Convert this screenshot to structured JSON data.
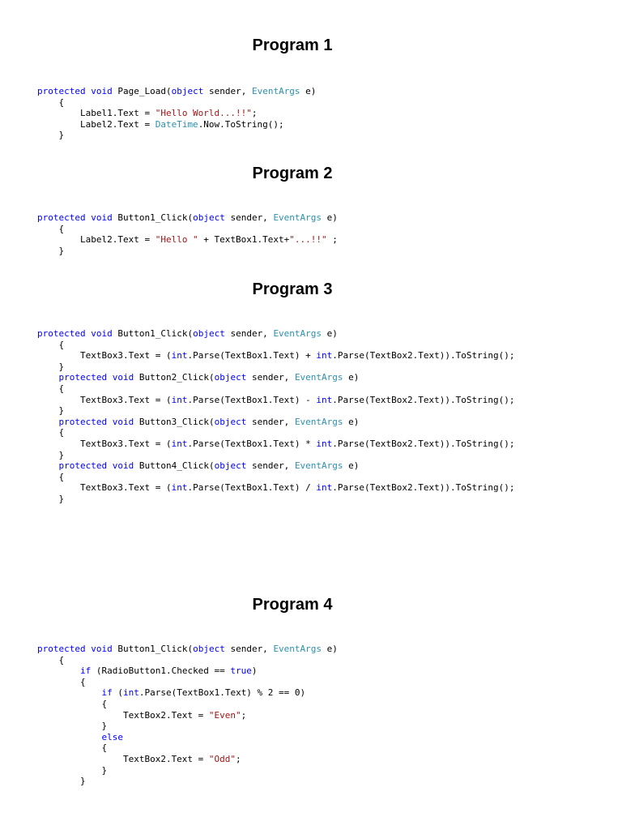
{
  "colors": {
    "keyword": "#0000ff",
    "type": "#2b91af",
    "string": "#a31515",
    "text": "#000000"
  },
  "programs": [
    {
      "title": "Program 1",
      "lines": [
        [
          [
            "kw",
            "protected"
          ],
          [
            "",
            "void"
          ],
          [
            "",
            "Page_Load("
          ],
          [
            "kw",
            "object"
          ],
          [
            "",
            " sender, "
          ],
          [
            "ty",
            "EventArgs"
          ],
          [
            "",
            " e)"
          ]
        ],
        [
          [
            "",
            "    {"
          ]
        ],
        [
          [
            "",
            "        Label1.Text = "
          ],
          [
            "st",
            "\"Hello World...!!\""
          ],
          [
            "",
            ";"
          ]
        ],
        [
          [
            "",
            "        Label2.Text = "
          ],
          [
            "ty",
            "DateTime"
          ],
          [
            "",
            ".Now.ToString();"
          ]
        ],
        [
          [
            "",
            "    }"
          ]
        ]
      ]
    },
    {
      "title": "Program 2",
      "lines": [
        [
          [
            "kw",
            "protected"
          ],
          [
            "",
            " "
          ],
          [
            "kw",
            "void"
          ],
          [
            "",
            " Button1_Click("
          ],
          [
            "kw",
            "object"
          ],
          [
            "",
            " sender, "
          ],
          [
            "ty",
            "EventArgs"
          ],
          [
            "",
            " e)"
          ]
        ],
        [
          [
            "",
            "    {"
          ]
        ],
        [
          [
            "",
            "        Label2.Text = "
          ],
          [
            "st",
            "\"Hello \""
          ],
          [
            "",
            " + TextBox1.Text+"
          ],
          [
            "st",
            "\"...!!\""
          ],
          [
            "",
            " ;"
          ]
        ],
        [
          [
            "",
            "    }"
          ]
        ]
      ]
    },
    {
      "title": "Program 3",
      "lines": [
        [
          [
            "kw",
            "protected"
          ],
          [
            "",
            " "
          ],
          [
            "kw",
            "void"
          ],
          [
            "",
            " Button1_Click("
          ],
          [
            "kw",
            "object"
          ],
          [
            "",
            " sender, "
          ],
          [
            "ty",
            "EventArgs"
          ],
          [
            "",
            " e)"
          ]
        ],
        [
          [
            "",
            "    {"
          ]
        ],
        [
          [
            "",
            "        TextBox3.Text = ("
          ],
          [
            "kw",
            "int"
          ],
          [
            "",
            ".Parse(TextBox1.Text) + "
          ],
          [
            "kw",
            "int"
          ],
          [
            "",
            ".Parse(TextBox2.Text)).ToString();"
          ]
        ],
        [
          [
            "",
            "    }"
          ]
        ],
        [
          [
            "",
            "    "
          ],
          [
            "kw",
            "protected"
          ],
          [
            "",
            " "
          ],
          [
            "kw",
            "void"
          ],
          [
            "",
            " Button2_Click("
          ],
          [
            "kw",
            "object"
          ],
          [
            "",
            " sender, "
          ],
          [
            "ty",
            "EventArgs"
          ],
          [
            "",
            " e)"
          ]
        ],
        [
          [
            "",
            "    {"
          ]
        ],
        [
          [
            "",
            "        TextBox3.Text = ("
          ],
          [
            "kw",
            "int"
          ],
          [
            "",
            ".Parse(TextBox1.Text) - "
          ],
          [
            "kw",
            "int"
          ],
          [
            "",
            ".Parse(TextBox2.Text)).ToString();"
          ]
        ],
        [
          [
            "",
            "    }"
          ]
        ],
        [
          [
            "",
            "    "
          ],
          [
            "kw",
            "protected"
          ],
          [
            "",
            " "
          ],
          [
            "kw",
            "void"
          ],
          [
            "",
            " Button3_Click("
          ],
          [
            "kw",
            "object"
          ],
          [
            "",
            " sender, "
          ],
          [
            "ty",
            "EventArgs"
          ],
          [
            "",
            " e)"
          ]
        ],
        [
          [
            "",
            "    {"
          ]
        ],
        [
          [
            "",
            "        TextBox3.Text = ("
          ],
          [
            "kw",
            "int"
          ],
          [
            "",
            ".Parse(TextBox1.Text) * "
          ],
          [
            "kw",
            "int"
          ],
          [
            "",
            ".Parse(TextBox2.Text)).ToString();"
          ]
        ],
        [
          [
            "",
            "    }"
          ]
        ],
        [
          [
            "",
            "    "
          ],
          [
            "kw",
            "protected"
          ],
          [
            "",
            " "
          ],
          [
            "kw",
            "void"
          ],
          [
            "",
            " Button4_Click("
          ],
          [
            "kw",
            "object"
          ],
          [
            "",
            " sender, "
          ],
          [
            "ty",
            "EventArgs"
          ],
          [
            "",
            " e)"
          ]
        ],
        [
          [
            "",
            "    {"
          ]
        ],
        [
          [
            "",
            "        TextBox3.Text = ("
          ],
          [
            "kw",
            "int"
          ],
          [
            "",
            ".Parse(TextBox1.Text) / "
          ],
          [
            "kw",
            "int"
          ],
          [
            "",
            ".Parse(TextBox2.Text)).ToString();"
          ]
        ],
        [
          [
            "",
            "    }"
          ]
        ]
      ]
    },
    {
      "title": "Program 4",
      "lines": [
        [
          [
            "kw",
            "protected"
          ],
          [
            "",
            " "
          ],
          [
            "kw",
            "void"
          ],
          [
            "",
            " Button1_Click("
          ],
          [
            "kw",
            "object"
          ],
          [
            "",
            " sender, "
          ],
          [
            "ty",
            "EventArgs"
          ],
          [
            "",
            " e)"
          ]
        ],
        [
          [
            "",
            "    {"
          ]
        ],
        [
          [
            "",
            "        "
          ],
          [
            "kw",
            "if"
          ],
          [
            "",
            " (RadioButton1.Checked == "
          ],
          [
            "kw",
            "true"
          ],
          [
            "",
            ")"
          ]
        ],
        [
          [
            "",
            "        {"
          ]
        ],
        [
          [
            "",
            "            "
          ],
          [
            "kw",
            "if"
          ],
          [
            "",
            " ("
          ],
          [
            "kw",
            "int"
          ],
          [
            "",
            ".Parse(TextBox1.Text) % 2 == 0)"
          ]
        ],
        [
          [
            "",
            "            {"
          ]
        ],
        [
          [
            "",
            "                TextBox2.Text = "
          ],
          [
            "st",
            "\"Even\""
          ],
          [
            "",
            ";"
          ]
        ],
        [
          [
            "",
            "            }"
          ]
        ],
        [
          [
            "",
            "            "
          ],
          [
            "kw",
            "else"
          ]
        ],
        [
          [
            "",
            "            {"
          ]
        ],
        [
          [
            "",
            "                TextBox2.Text = "
          ],
          [
            "st",
            "\"Odd\""
          ],
          [
            "",
            ";"
          ]
        ],
        [
          [
            "",
            "            }"
          ]
        ],
        [
          [
            "",
            "        }"
          ]
        ]
      ]
    }
  ]
}
